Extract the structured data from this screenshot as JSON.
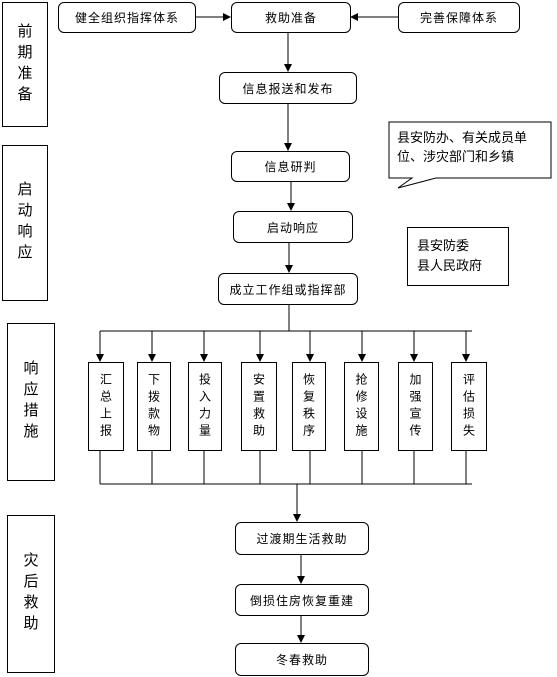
{
  "phases": [
    {
      "label": "前期准备"
    },
    {
      "label": "启动响应"
    },
    {
      "label": "响应措施"
    },
    {
      "label": "灾后救助"
    }
  ],
  "top_row": {
    "left": "健全组织指挥体系",
    "center": "救助准备",
    "right": "完善保障体系"
  },
  "main_flow": {
    "info_report": "信息报送和发布",
    "info_analysis": "信息研判",
    "start_response": "启动响应",
    "form_group": "成立工作组或指挥部"
  },
  "callout": {
    "line1": "县安防办、有关成员单",
    "line2": "位、涉灾部门和乡镇"
  },
  "authority": {
    "line1": "县安防委",
    "line2": "县人民政府"
  },
  "measures": [
    {
      "label": "汇总上报"
    },
    {
      "label": "下拨款物"
    },
    {
      "label": "投入力量"
    },
    {
      "label": "安置救助"
    },
    {
      "label": "恢复秩序"
    },
    {
      "label": "抢修设施"
    },
    {
      "label": "加强宣传"
    },
    {
      "label": "评估损失"
    }
  ],
  "aftermath": {
    "transition": "过渡期生活救助",
    "rebuild": "倒损住房恢复重建",
    "winter": "冬春救助"
  }
}
